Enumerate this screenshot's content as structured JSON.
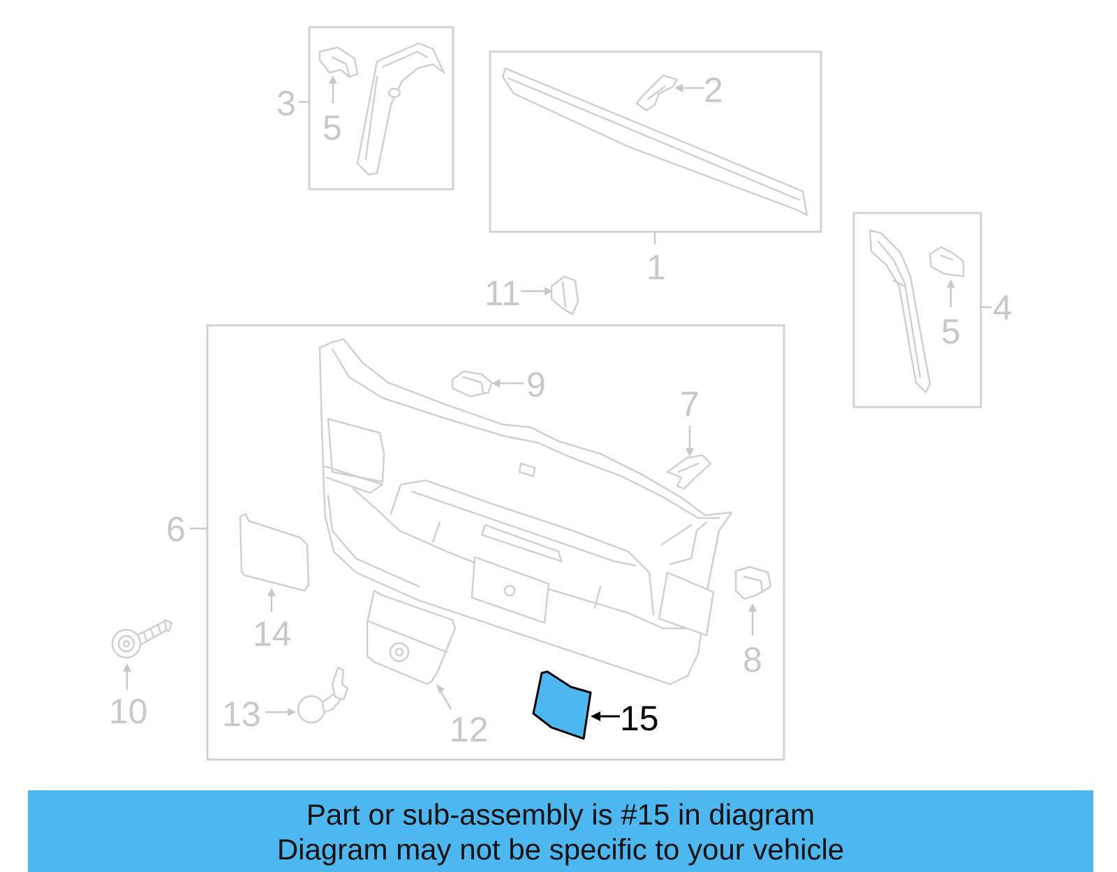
{
  "callouts": {
    "c1": "1",
    "c2": "2",
    "c3": "3",
    "c4": "4",
    "c5a": "5",
    "c5b": "5",
    "c6": "6",
    "c7": "7",
    "c8": "8",
    "c9": "9",
    "c10": "10",
    "c11": "11",
    "c12": "12",
    "c13": "13",
    "c14": "14",
    "c15": "15"
  },
  "highlight": {
    "part": "15",
    "color": "#4db8f0"
  },
  "banner": {
    "line1": "Part or sub-assembly is #15 in diagram",
    "line2": "Diagram may not be specific to your vehicle",
    "color": "#4db8f0"
  }
}
